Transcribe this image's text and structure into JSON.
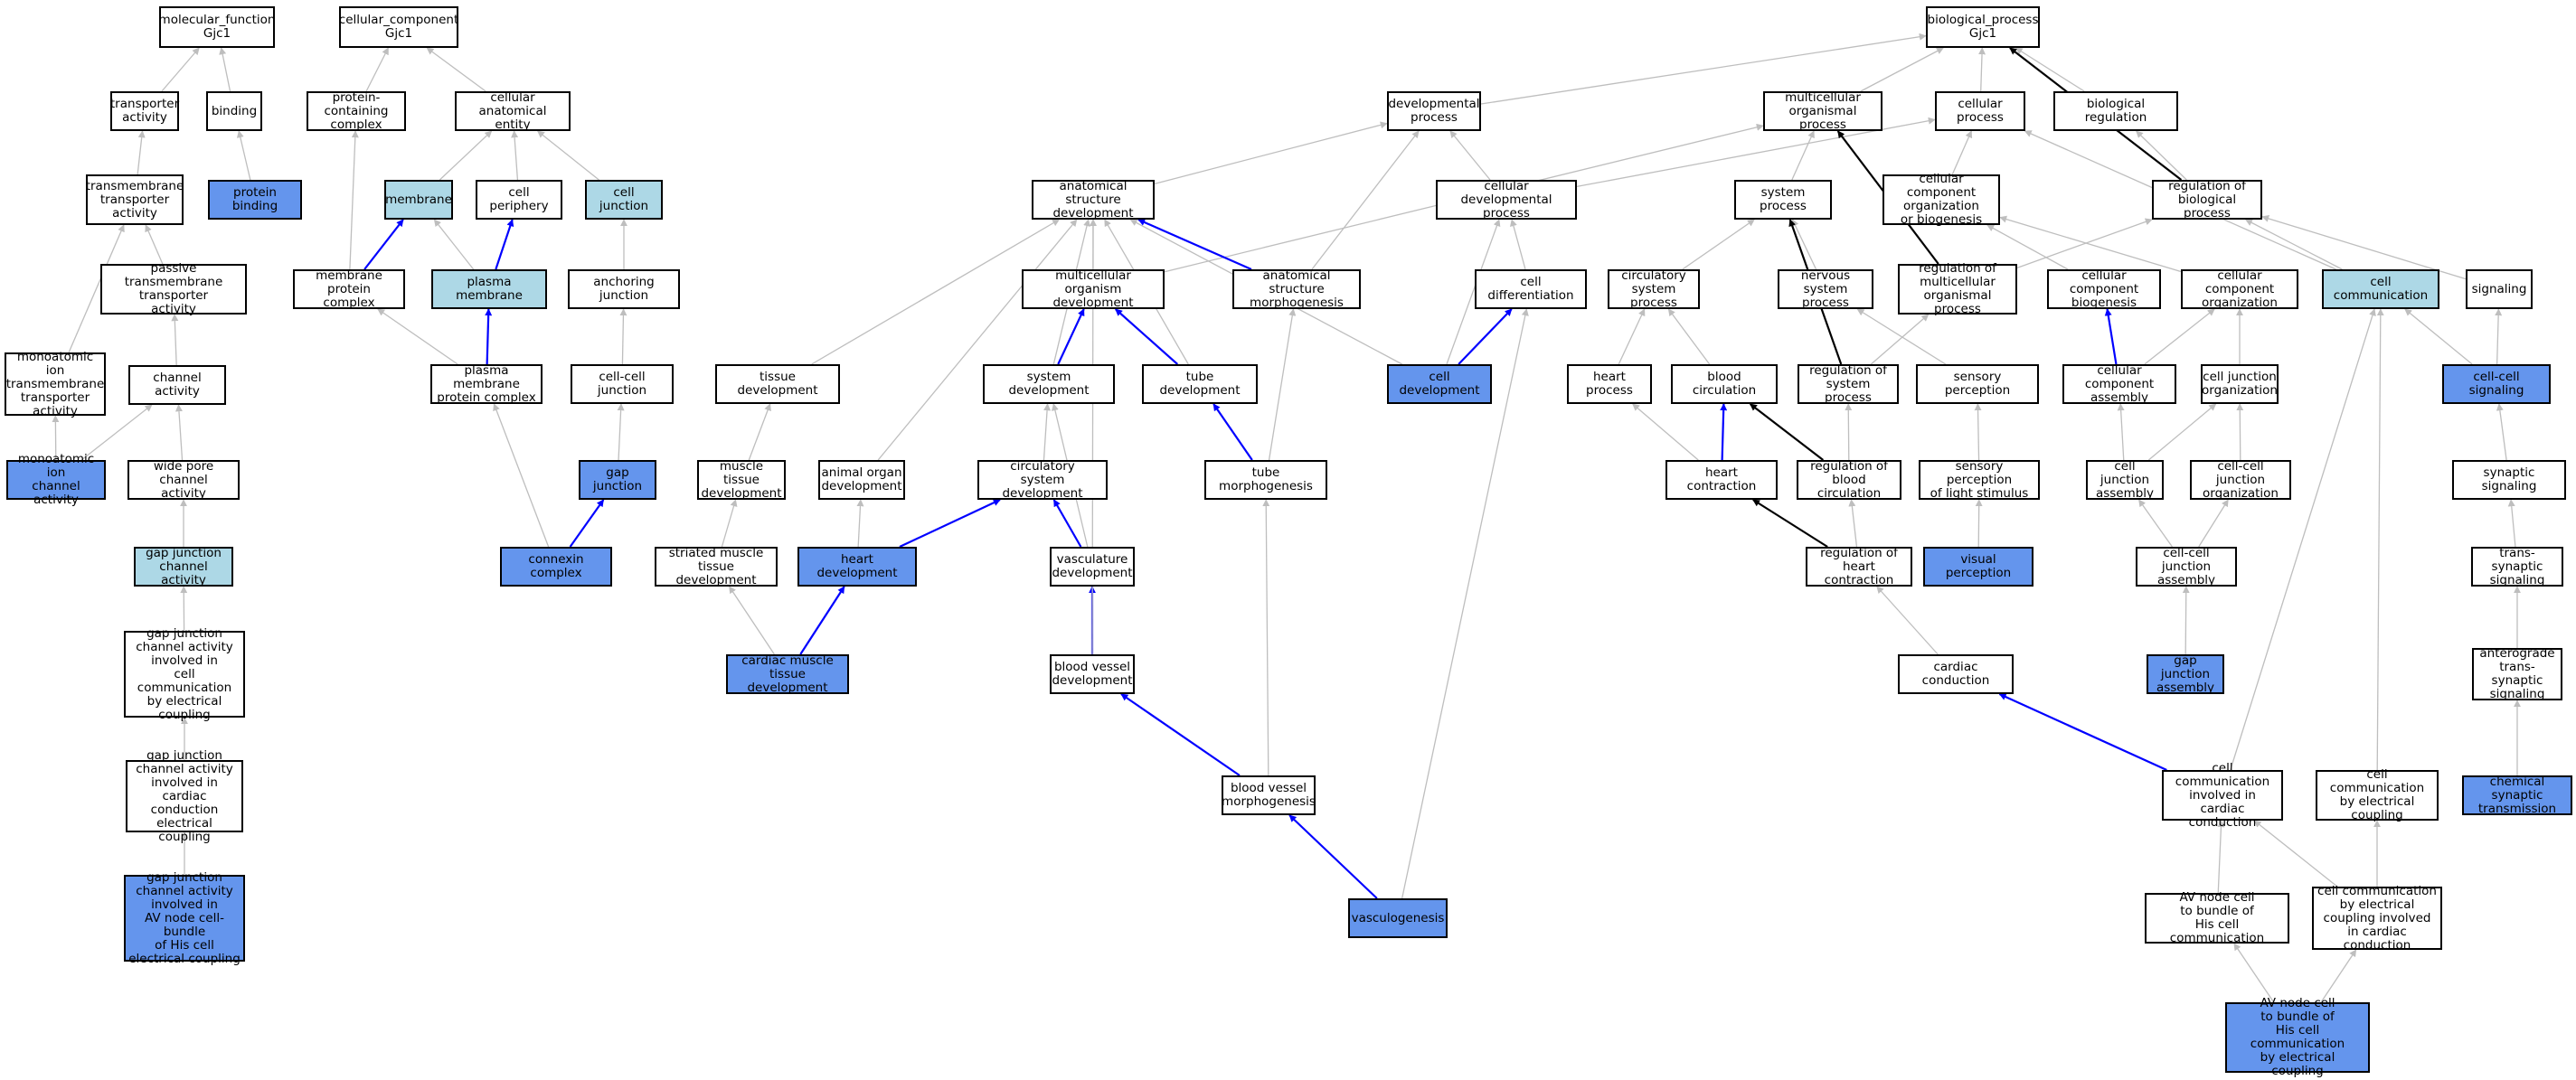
{
  "colors": {
    "highlight_light": "#add8e6",
    "highlight_dark": "#6495ed",
    "edge_gray": "#bebebe",
    "edge_blue": "#0000ff",
    "edge_black": "#000000"
  },
  "nodes": {
    "mf_root": {
      "label": "molecular_function\nGjc1",
      "fill": "white"
    },
    "transporter_activity": {
      "label": "transporter\nactivity",
      "fill": "white"
    },
    "binding": {
      "label": "binding",
      "fill": "white"
    },
    "protein_binding": {
      "label": "protein binding",
      "fill": "dark"
    },
    "transmembrane_transporter": {
      "label": "transmembrane\ntransporter\nactivity",
      "fill": "white"
    },
    "passive_transmembrane": {
      "label": "passive transmembrane\ntransporter\nactivity",
      "fill": "white"
    },
    "monoatomic_transporter": {
      "label": "monoatomic ion\ntransmembrane\ntransporter\nactivity",
      "fill": "white"
    },
    "channel_activity": {
      "label": "channel activity",
      "fill": "white"
    },
    "monoatomic_channel": {
      "label": "monoatomic ion\nchannel activity",
      "fill": "dark"
    },
    "wide_pore": {
      "label": "wide pore channel\nactivity",
      "fill": "white"
    },
    "gj_channel_activity": {
      "label": "gap junction\nchannel activity",
      "fill": "light"
    },
    "gj_channel_cell_comm": {
      "label": "gap junction\nchannel activity\ninvolved in\ncell communication\nby electrical\ncoupling",
      "fill": "white"
    },
    "gj_channel_cardiac": {
      "label": "gap junction\nchannel activity\ninvolved in\ncardiac conduction\nelectrical coupling",
      "fill": "white"
    },
    "gj_channel_av": {
      "label": "gap junction\nchannel activity\ninvolved in\nAV node cell-bundle\nof His cell\nelectrical coupling",
      "fill": "dark"
    },
    "cc_root": {
      "label": "cellular_component\nGjc1",
      "fill": "white"
    },
    "protein_containing_complex": {
      "label": "protein-containing\ncomplex",
      "fill": "white"
    },
    "cellular_anatomical_entity": {
      "label": "cellular anatomical\nentity",
      "fill": "white"
    },
    "membrane": {
      "label": "membrane",
      "fill": "light"
    },
    "cell_periphery": {
      "label": "cell periphery",
      "fill": "white"
    },
    "cell_junction": {
      "label": "cell junction",
      "fill": "light"
    },
    "membrane_protein_complex": {
      "label": "membrane protein\ncomplex",
      "fill": "white"
    },
    "plasma_membrane": {
      "label": "plasma membrane",
      "fill": "light"
    },
    "anchoring_junction": {
      "label": "anchoring junction",
      "fill": "white"
    },
    "pm_protein_complex": {
      "label": "plasma membrane\nprotein complex",
      "fill": "white"
    },
    "cell_cell_junction": {
      "label": "cell-cell junction",
      "fill": "white"
    },
    "gap_junction": {
      "label": "gap junction",
      "fill": "dark"
    },
    "connexin_complex": {
      "label": "connexin complex",
      "fill": "dark"
    },
    "bp_root": {
      "label": "biological_process\nGjc1",
      "fill": "white"
    },
    "developmental_process": {
      "label": "developmental\nprocess",
      "fill": "white"
    },
    "multicellular_organismal_process": {
      "label": "multicellular\norganismal process",
      "fill": "white"
    },
    "cellular_process": {
      "label": "cellular process",
      "fill": "white"
    },
    "biological_regulation": {
      "label": "biological regulation",
      "fill": "white"
    },
    "anatomical_structure_development": {
      "label": "anatomical structure\ndevelopment",
      "fill": "white"
    },
    "cellular_developmental_process": {
      "label": "cellular developmental\nprocess",
      "fill": "white"
    },
    "system_process": {
      "label": "system process",
      "fill": "white"
    },
    "ccob": {
      "label": "cellular component\norganization\nor biogenesis",
      "fill": "white"
    },
    "regulation_of_bp": {
      "label": "regulation of\nbiological process",
      "fill": "white"
    },
    "tissue_development": {
      "label": "tissue development",
      "fill": "white"
    },
    "multicellular_organism_development": {
      "label": "multicellular\norganism development",
      "fill": "white"
    },
    "anatomical_structure_morphogenesis": {
      "label": "anatomical structure\nmorphogenesis",
      "fill": "white"
    },
    "cell_differentiation": {
      "label": "cell differentiation",
      "fill": "white"
    },
    "circulatory_system_process": {
      "label": "circulatory\nsystem process",
      "fill": "white"
    },
    "nervous_system_process": {
      "label": "nervous system\nprocess",
      "fill": "white"
    },
    "regulation_of_mop": {
      "label": "regulation of\nmulticellular\norganismal process",
      "fill": "white"
    },
    "cellular_component_biogenesis": {
      "label": "cellular component\nbiogenesis",
      "fill": "white"
    },
    "cellular_component_organization": {
      "label": "cellular component\norganization",
      "fill": "white"
    },
    "cell_communication": {
      "label": "cell communication",
      "fill": "light"
    },
    "signaling": {
      "label": "signaling",
      "fill": "white"
    },
    "system_development": {
      "label": "system development",
      "fill": "white"
    },
    "tube_development": {
      "label": "tube development",
      "fill": "white"
    },
    "cell_development": {
      "label": "cell development",
      "fill": "dark"
    },
    "heart_process": {
      "label": "heart process",
      "fill": "white"
    },
    "blood_circulation": {
      "label": "blood circulation",
      "fill": "white"
    },
    "regulation_of_system_process": {
      "label": "regulation of\nsystem process",
      "fill": "white"
    },
    "sensory_perception": {
      "label": "sensory perception",
      "fill": "white"
    },
    "cellular_component_assembly": {
      "label": "cellular component\nassembly",
      "fill": "white"
    },
    "cell_junction_organization": {
      "label": "cell junction\norganization",
      "fill": "white"
    },
    "cell_cell_signaling": {
      "label": "cell-cell signaling",
      "fill": "dark"
    },
    "muscle_tissue_development": {
      "label": "muscle tissue\ndevelopment",
      "fill": "white"
    },
    "animal_organ_development": {
      "label": "animal organ\ndevelopment",
      "fill": "white"
    },
    "circulatory_system_development": {
      "label": "circulatory\nsystem development",
      "fill": "white"
    },
    "tube_morphogenesis": {
      "label": "tube morphogenesis",
      "fill": "white"
    },
    "heart_contraction": {
      "label": "heart contraction",
      "fill": "white"
    },
    "regulation_of_blood_circulation": {
      "label": "regulation of\nblood circulation",
      "fill": "white"
    },
    "sensory_perception_light": {
      "label": "sensory perception\nof light stimulus",
      "fill": "white"
    },
    "cell_junction_assembly": {
      "label": "cell junction\nassembly",
      "fill": "white"
    },
    "cell_cell_junction_organization": {
      "label": "cell-cell junction\norganization",
      "fill": "white"
    },
    "synaptic_signaling": {
      "label": "synaptic signaling",
      "fill": "white"
    },
    "striated_muscle_tissue_development": {
      "label": "striated muscle\ntissue development",
      "fill": "white"
    },
    "heart_development": {
      "label": "heart development",
      "fill": "dark"
    },
    "vasculature_development": {
      "label": "vasculature\ndevelopment",
      "fill": "white"
    },
    "regulation_of_heart_contraction": {
      "label": "regulation of\nheart contraction",
      "fill": "white"
    },
    "visual_perception": {
      "label": "visual perception",
      "fill": "dark"
    },
    "cell_cell_junction_assembly": {
      "label": "cell-cell junction\nassembly",
      "fill": "white"
    },
    "trans_synaptic_signaling": {
      "label": "trans-synaptic\nsignaling",
      "fill": "white"
    },
    "cardiac_muscle_tissue_development": {
      "label": "cardiac muscle\ntissue development",
      "fill": "dark"
    },
    "blood_vessel_development": {
      "label": "blood vessel\ndevelopment",
      "fill": "white"
    },
    "cardiac_conduction": {
      "label": "cardiac conduction",
      "fill": "white"
    },
    "gap_junction_assembly": {
      "label": "gap junction\nassembly",
      "fill": "dark"
    },
    "anterograde_signaling": {
      "label": "anterograde\ntrans-synaptic\nsignaling",
      "fill": "white"
    },
    "blood_vessel_morphogenesis": {
      "label": "blood vessel\nmorphogenesis",
      "fill": "white"
    },
    "cc_cardiac_conduction": {
      "label": "cell communication\ninvolved in\ncardiac conduction",
      "fill": "white"
    },
    "cc_electrical_coupling": {
      "label": "cell communication\nby electrical\ncoupling",
      "fill": "white"
    },
    "chemical_synaptic_transmission": {
      "label": "chemical synaptic\ntransmission",
      "fill": "dark"
    },
    "av_node_to_his": {
      "label": "AV node cell\nto bundle of\nHis cell communication",
      "fill": "white"
    },
    "cc_electrical_cardiac": {
      "label": "cell communication\nby electrical\ncoupling involved\nin cardiac conduction",
      "fill": "white"
    },
    "vasculogenesis": {
      "label": "vasculogenesis",
      "fill": "dark"
    },
    "av_node_his_electrical": {
      "label": "AV node cell\nto bundle of\nHis cell communication\nby electrical\ncoupling",
      "fill": "dark"
    }
  },
  "edges": [
    [
      "transporter_activity",
      "mf_root",
      "gray"
    ],
    [
      "binding",
      "mf_root",
      "gray"
    ],
    [
      "transmembrane_transporter",
      "transporter_activity",
      "gray"
    ],
    [
      "protein_binding",
      "binding",
      "gray"
    ],
    [
      "passive_transmembrane",
      "transmembrane_transporter",
      "gray"
    ],
    [
      "monoatomic_transporter",
      "transmembrane_transporter",
      "gray"
    ],
    [
      "channel_activity",
      "passive_transmembrane",
      "gray"
    ],
    [
      "monoatomic_channel",
      "monoatomic_transporter",
      "gray"
    ],
    [
      "monoatomic_channel",
      "channel_activity",
      "gray"
    ],
    [
      "wide_pore",
      "channel_activity",
      "gray"
    ],
    [
      "gj_channel_activity",
      "wide_pore",
      "gray"
    ],
    [
      "gj_channel_cell_comm",
      "gj_channel_activity",
      "gray"
    ],
    [
      "gj_channel_cardiac",
      "gj_channel_cell_comm",
      "gray"
    ],
    [
      "gj_channel_av",
      "gj_channel_cardiac",
      "gray"
    ],
    [
      "protein_containing_complex",
      "cc_root",
      "gray"
    ],
    [
      "cellular_anatomical_entity",
      "cc_root",
      "gray"
    ],
    [
      "membrane",
      "cellular_anatomical_entity",
      "gray"
    ],
    [
      "cell_periphery",
      "cellular_anatomical_entity",
      "gray"
    ],
    [
      "cell_junction",
      "cellular_anatomical_entity",
      "gray"
    ],
    [
      "membrane_protein_complex",
      "protein_containing_complex",
      "gray"
    ],
    [
      "membrane_protein_complex",
      "membrane",
      "blue"
    ],
    [
      "plasma_membrane",
      "membrane",
      "gray"
    ],
    [
      "plasma_membrane",
      "cell_periphery",
      "blue"
    ],
    [
      "anchoring_junction",
      "cell_junction",
      "gray"
    ],
    [
      "pm_protein_complex",
      "membrane_protein_complex",
      "gray"
    ],
    [
      "pm_protein_complex",
      "plasma_membrane",
      "blue"
    ],
    [
      "cell_cell_junction",
      "anchoring_junction",
      "gray"
    ],
    [
      "gap_junction",
      "cell_cell_junction",
      "gray"
    ],
    [
      "connexin_complex",
      "pm_protein_complex",
      "gray"
    ],
    [
      "connexin_complex",
      "gap_junction",
      "blue"
    ],
    [
      "developmental_process",
      "bp_root",
      "gray"
    ],
    [
      "multicellular_organismal_process",
      "bp_root",
      "gray"
    ],
    [
      "cellular_process",
      "bp_root",
      "gray"
    ],
    [
      "biological_regulation",
      "bp_root",
      "gray"
    ],
    [
      "regulation_of_bp",
      "bp_root",
      "black"
    ],
    [
      "anatomical_structure_development",
      "developmental_process",
      "gray"
    ],
    [
      "cellular_developmental_process",
      "developmental_process",
      "gray"
    ],
    [
      "cellular_developmental_process",
      "cellular_process",
      "gray"
    ],
    [
      "system_process",
      "multicellular_organismal_process",
      "gray"
    ],
    [
      "ccob",
      "cellular_process",
      "gray"
    ],
    [
      "regulation_of_bp",
      "biological_regulation",
      "gray"
    ],
    [
      "tissue_development",
      "anatomical_structure_development",
      "gray"
    ],
    [
      "multicellular_organism_development",
      "anatomical_structure_development",
      "gray"
    ],
    [
      "multicellular_organism_development",
      "multicellular_organismal_process",
      "gray"
    ],
    [
      "anatomical_structure_morphogenesis",
      "anatomical_structure_development",
      "blue"
    ],
    [
      "anatomical_structure_morphogenesis",
      "developmental_process",
      "gray"
    ],
    [
      "cell_differentiation",
      "cellular_developmental_process",
      "gray"
    ],
    [
      "circulatory_system_process",
      "system_process",
      "gray"
    ],
    [
      "nervous_system_process",
      "system_process",
      "gray"
    ],
    [
      "regulation_of_mop",
      "multicellular_organismal_process",
      "black"
    ],
    [
      "regulation_of_mop",
      "regulation_of_bp",
      "gray"
    ],
    [
      "cellular_component_biogenesis",
      "ccob",
      "gray"
    ],
    [
      "cellular_component_organization",
      "ccob",
      "gray"
    ],
    [
      "cell_communication",
      "cellular_process",
      "gray"
    ],
    [
      "cell_communication",
      "regulation_of_bp",
      "gray"
    ],
    [
      "signaling",
      "regulation_of_bp",
      "gray"
    ],
    [
      "system_development",
      "multicellular_organism_development",
      "blue"
    ],
    [
      "system_development",
      "anatomical_structure_development",
      "gray"
    ],
    [
      "tube_development",
      "multicellular_organism_development",
      "blue"
    ],
    [
      "tube_development",
      "anatomical_structure_development",
      "gray"
    ],
    [
      "cell_development",
      "cell_differentiation",
      "blue"
    ],
    [
      "cell_development",
      "cellular_developmental_process",
      "gray"
    ],
    [
      "cell_development",
      "anatomical_structure_development",
      "gray"
    ],
    [
      "heart_process",
      "circulatory_system_process",
      "gray"
    ],
    [
      "blood_circulation",
      "circulatory_system_process",
      "gray"
    ],
    [
      "regulation_of_system_process",
      "system_process",
      "black"
    ],
    [
      "regulation_of_system_process",
      "regulation_of_mop",
      "gray"
    ],
    [
      "sensory_perception",
      "nervous_system_process",
      "gray"
    ],
    [
      "cellular_component_assembly",
      "cellular_component_biogenesis",
      "blue"
    ],
    [
      "cellular_component_assembly",
      "cellular_component_organization",
      "gray"
    ],
    [
      "cell_junction_organization",
      "cellular_component_organization",
      "gray"
    ],
    [
      "cell_cell_signaling",
      "signaling",
      "gray"
    ],
    [
      "cell_cell_signaling",
      "cell_communication",
      "gray"
    ],
    [
      "muscle_tissue_development",
      "tissue_development",
      "gray"
    ],
    [
      "animal_organ_development",
      "anatomical_structure_development",
      "gray"
    ],
    [
      "circulatory_system_development",
      "system_development",
      "gray"
    ],
    [
      "tube_morphogenesis",
      "tube_development",
      "blue"
    ],
    [
      "tube_morphogenesis",
      "anatomical_structure_morphogenesis",
      "gray"
    ],
    [
      "heart_contraction",
      "heart_process",
      "gray"
    ],
    [
      "heart_contraction",
      "blood_circulation",
      "blue"
    ],
    [
      "regulation_of_blood_circulation",
      "blood_circulation",
      "black"
    ],
    [
      "regulation_of_blood_circulation",
      "regulation_of_system_process",
      "gray"
    ],
    [
      "sensory_perception_light",
      "sensory_perception",
      "gray"
    ],
    [
      "cell_junction_assembly",
      "cellular_component_assembly",
      "gray"
    ],
    [
      "cell_junction_assembly",
      "cell_junction_organization",
      "gray"
    ],
    [
      "cell_cell_junction_organization",
      "cell_junction_organization",
      "gray"
    ],
    [
      "synaptic_signaling",
      "cell_cell_signaling",
      "gray"
    ],
    [
      "striated_muscle_tissue_development",
      "muscle_tissue_development",
      "gray"
    ],
    [
      "heart_development",
      "animal_organ_development",
      "gray"
    ],
    [
      "heart_development",
      "circulatory_system_development",
      "blue"
    ],
    [
      "vasculature_development",
      "circulatory_system_development",
      "blue"
    ],
    [
      "vasculature_development",
      "system_development",
      "gray"
    ],
    [
      "regulation_of_heart_contraction",
      "heart_contraction",
      "black"
    ],
    [
      "regulation_of_heart_contraction",
      "regulation_of_blood_circulation",
      "gray"
    ],
    [
      "visual_perception",
      "sensory_perception_light",
      "gray"
    ],
    [
      "cell_cell_junction_assembly",
      "cell_junction_assembly",
      "gray"
    ],
    [
      "cell_cell_junction_assembly",
      "cell_cell_junction_organization",
      "gray"
    ],
    [
      "trans_synaptic_signaling",
      "synaptic_signaling",
      "gray"
    ],
    [
      "cardiac_muscle_tissue_development",
      "striated_muscle_tissue_development",
      "gray"
    ],
    [
      "cardiac_muscle_tissue_development",
      "heart_development",
      "blue"
    ],
    [
      "blood_vessel_development",
      "vasculature_development",
      "blue"
    ],
    [
      "blood_vessel_development",
      "anatomical_structure_development",
      "gray"
    ],
    [
      "cardiac_conduction",
      "regulation_of_heart_contraction",
      "gray"
    ],
    [
      "gap_junction_assembly",
      "cell_cell_junction_assembly",
      "gray"
    ],
    [
      "anterograde_signaling",
      "trans_synaptic_signaling",
      "gray"
    ],
    [
      "blood_vessel_morphogenesis",
      "blood_vessel_development",
      "blue"
    ],
    [
      "blood_vessel_morphogenesis",
      "tube_morphogenesis",
      "gray"
    ],
    [
      "cc_cardiac_conduction",
      "cardiac_conduction",
      "blue"
    ],
    [
      "cc_cardiac_conduction",
      "cell_communication",
      "gray"
    ],
    [
      "cc_electrical_coupling",
      "cell_communication",
      "gray"
    ],
    [
      "chemical_synaptic_transmission",
      "anterograde_signaling",
      "gray"
    ],
    [
      "av_node_to_his",
      "cc_cardiac_conduction",
      "gray"
    ],
    [
      "cc_electrical_cardiac",
      "cc_cardiac_conduction",
      "gray"
    ],
    [
      "cc_electrical_cardiac",
      "cc_electrical_coupling",
      "gray"
    ],
    [
      "vasculogenesis",
      "blood_vessel_morphogenesis",
      "blue"
    ],
    [
      "vasculogenesis",
      "cell_differentiation",
      "gray"
    ],
    [
      "av_node_his_electrical",
      "av_node_to_his",
      "gray"
    ],
    [
      "av_node_his_electrical",
      "cc_electrical_cardiac",
      "gray"
    ]
  ]
}
